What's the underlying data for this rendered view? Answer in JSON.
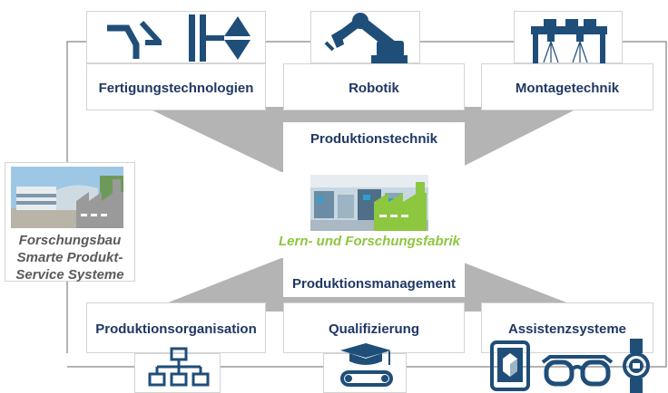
{
  "top": {
    "fertigung_label": "Fertigungstechnologien",
    "robotik_label": "Robotik",
    "montage_label": "Montagetechnik"
  },
  "center": {
    "produktionstechnik_label": "Produktionstechnik",
    "fabrik_label": "Lern- und Forschungsfabrik",
    "produktionsmanagement_label": "Produktionsmanagement"
  },
  "left": {
    "forschungsbau_lines": [
      "Forschungsbau",
      "Smarte Produkt-",
      "Service Systeme"
    ]
  },
  "bottom": {
    "organisation_label": "Produktionsorganisation",
    "qualifizierung_label": "Qualifizierung",
    "assistenz_label": "Assistenzsysteme"
  },
  "colors": {
    "navy": "#1f3864",
    "icon_blue": "#1f4e79",
    "green": "#8dc63f",
    "funnel_gray": "#b4b4b4",
    "frame_gray": "#9a9a9a"
  }
}
